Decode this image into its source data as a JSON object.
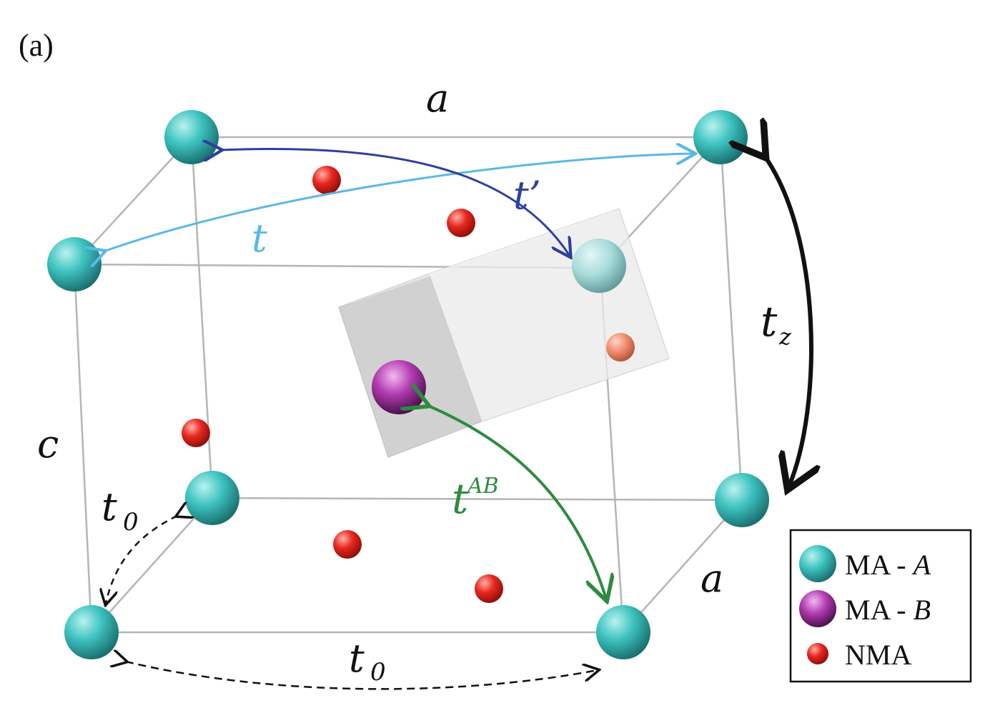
{
  "panel_label": "(a)",
  "labels": {
    "a_top": "a",
    "a_right": "a",
    "c": "c",
    "t": "t",
    "t_prime": "t’",
    "t_z_base": "t",
    "t_z_sub": "z",
    "t_AB_base": "t",
    "t_AB_sup": "AB",
    "t0_left_base": "t",
    "t0_left_sub": "0",
    "t0_bottom_base": "t",
    "t0_bottom_sub": "0"
  },
  "legend": {
    "items": [
      {
        "prefix": "MA - ",
        "italic": "A",
        "icon": "teal-sphere-icon",
        "color": "#3bbcbc"
      },
      {
        "prefix": "MA - ",
        "italic": "B",
        "icon": "magenta-sphere-icon",
        "color": "#b03aa8"
      },
      {
        "prefix": "NMA",
        "italic": "",
        "icon": "red-sphere-icon",
        "color": "#e02020"
      }
    ]
  },
  "colors": {
    "ma_a": "#3bbcbc",
    "ma_b": "#b03aa8",
    "nma": "#e02020",
    "t": "#5bb8e6",
    "t_prime": "#2f3f9e",
    "t_ab": "#2e8b3e",
    "t_z": "#111111",
    "t0": "#111111"
  }
}
